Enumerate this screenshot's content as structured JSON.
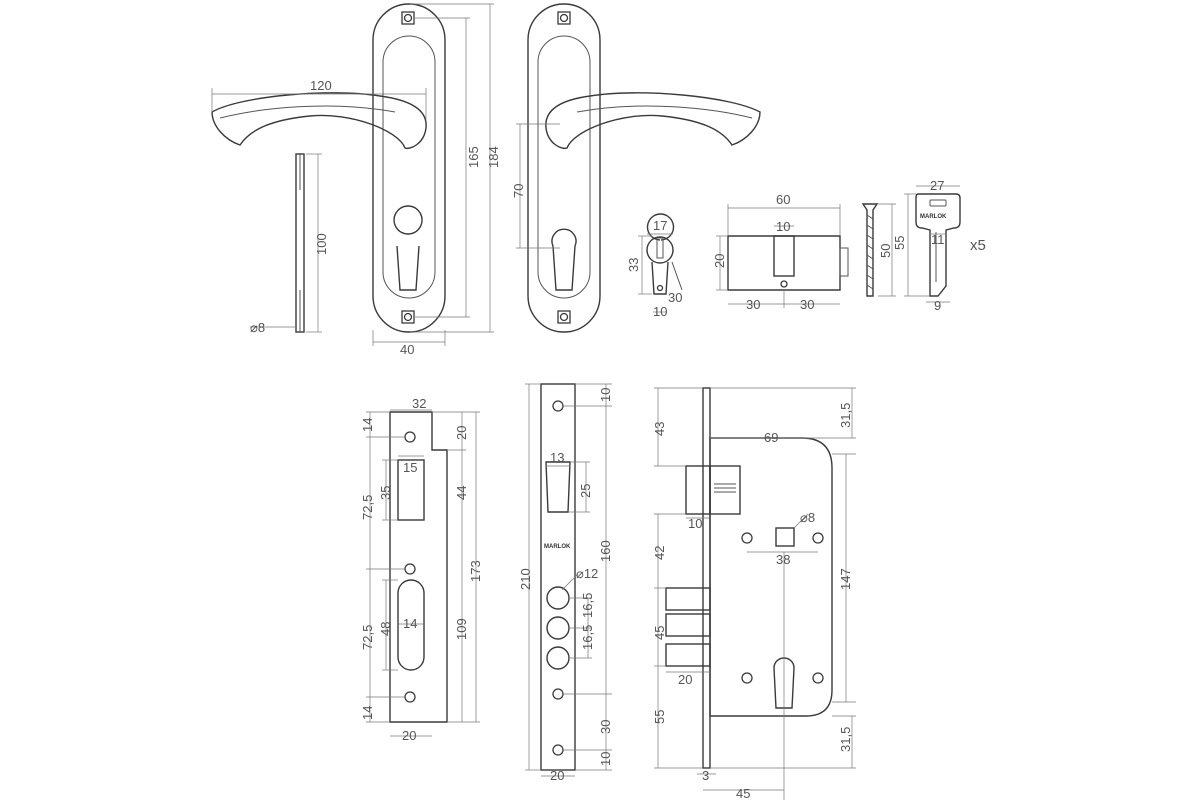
{
  "brand": "MARLOK",
  "quantity": "x5",
  "handle_plate": {
    "handle_length": "120",
    "height_total": "184",
    "height_axis": "165",
    "width": "40"
  },
  "spindle": {
    "length": "100",
    "diameter": "⌀8"
  },
  "handle_back": {
    "axis_distance": "70"
  },
  "thumbturn": {
    "width": "17",
    "height": "33",
    "angle": "30",
    "bottom": "10"
  },
  "cylinder": {
    "length": "60",
    "cam": "10",
    "height": "20",
    "left": "30",
    "right": "30"
  },
  "screw": {
    "length": "50"
  },
  "key": {
    "width": "27",
    "blade_width": "11",
    "length": "55",
    "tip": "9"
  },
  "strike_plate": {
    "width": "32",
    "top": "14",
    "top_right": "20",
    "latch_width": "15",
    "latch_height": "35",
    "spacing_upper": "72,5",
    "latch_offset": "44",
    "bolt_height": "48",
    "bolt_width": "14",
    "spacing_lower": "72,5",
    "bolt_offset": "109",
    "total": "173",
    "bottom": "14",
    "bottom_width": "20"
  },
  "faceplate": {
    "height": "210",
    "top": "10",
    "latch_width": "13",
    "latch_height": "25",
    "center": "160",
    "bolt_diameter": "⌀12",
    "bolt_pitch_1": "16,5",
    "bolt_pitch_2": "16,5",
    "screw_to_bottom": "30",
    "bottom": "10",
    "width": "20"
  },
  "lock_body": {
    "top_offset": "43",
    "body_width": "69",
    "top_right": "31,5",
    "latch_depth": "10",
    "spindle_diameter": "⌀8",
    "spindle_spacing": "38",
    "spindle_offset": "42",
    "body_height": "147",
    "bolt_height": "45",
    "bolt_projection": "20",
    "cylinder_offset": "55",
    "bottom_right": "31,5",
    "faceplate_thickness": "3",
    "backset": "45"
  }
}
